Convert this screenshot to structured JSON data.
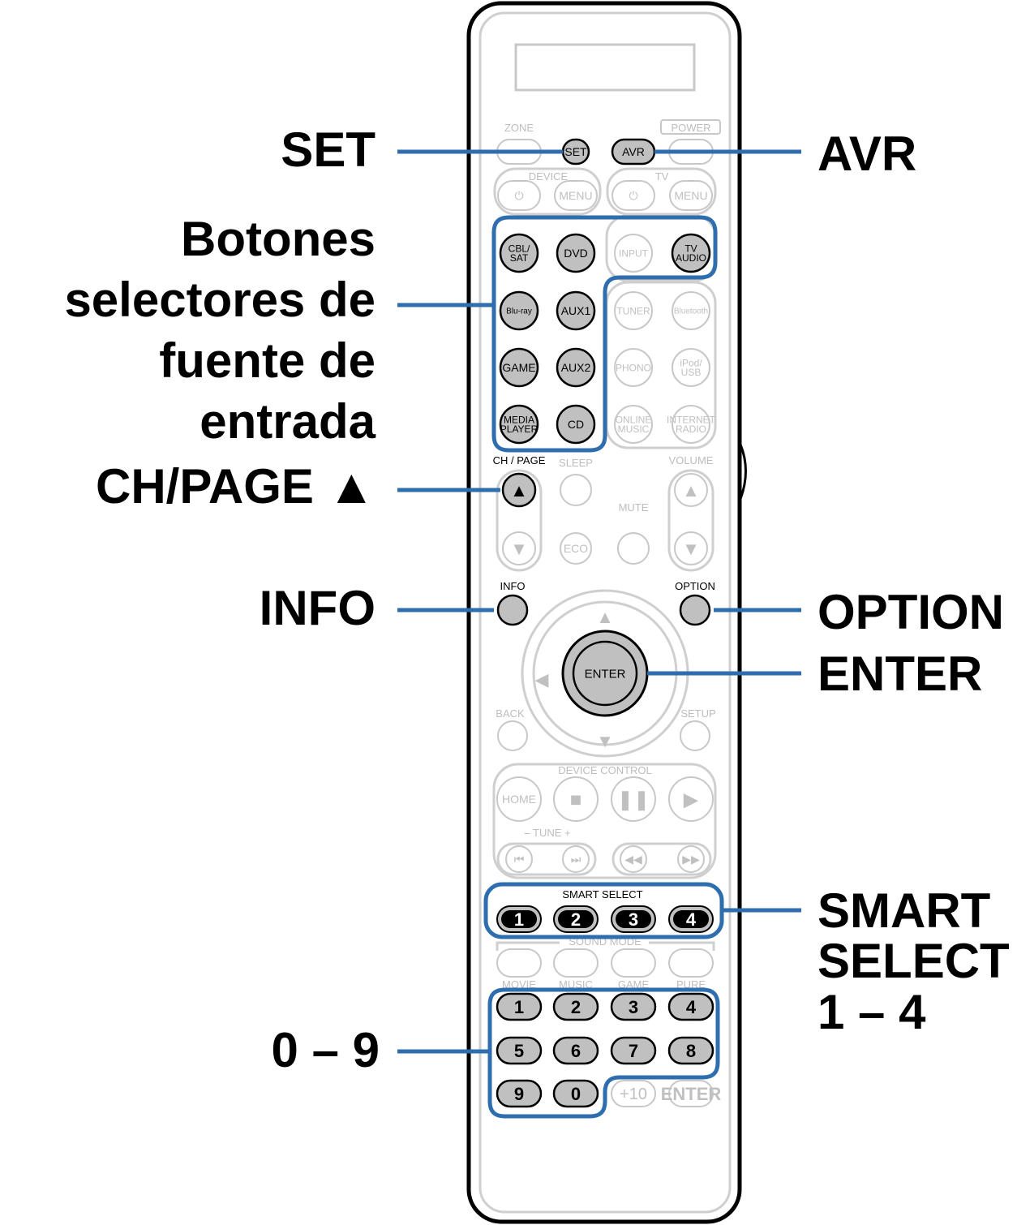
{
  "callouts": {
    "set": "SET",
    "avr": "AVR",
    "source_selectors": [
      "Botones",
      "selectores de",
      "fuente de",
      "entrada"
    ],
    "ch_page": "CH/PAGE ▲",
    "info": "INFO",
    "option": "OPTION",
    "enter": "ENTER",
    "smart_select": [
      "SMART",
      "SELECT",
      "1 – 4"
    ],
    "digits": "0 – 9"
  },
  "remote": {
    "section_labels": {
      "zone": "ZONE",
      "power": "POWER",
      "device": "DEVICE",
      "tv": "TV",
      "ch_page": "CH / PAGE",
      "sleep": "SLEEP",
      "volume": "VOLUME",
      "mute": "MUTE",
      "info": "INFO",
      "option": "OPTION",
      "back": "BACK",
      "setup": "SETUP",
      "device_control": "DEVICE CONTROL",
      "tune": "–   TUNE   +",
      "smart_select": "SMART SELECT",
      "sound_mode": "SOUND MODE",
      "movie": "MOVIE",
      "music": "MUSIC",
      "game": "GAME",
      "pure": "PURE"
    },
    "buttons": {
      "set": [
        "SET"
      ],
      "avr": [
        "AVR"
      ],
      "zone": [
        ""
      ],
      "power": [
        ""
      ],
      "device_power": [
        "⏻"
      ],
      "device_menu": [
        "MENU"
      ],
      "tv_power": [
        "⏻"
      ],
      "tv_menu": [
        "MENU"
      ],
      "cbl_sat": [
        "CBL/",
        "SAT"
      ],
      "dvd": [
        "DVD"
      ],
      "input": [
        "INPUT"
      ],
      "tv_audio": [
        "TV",
        "AUDIO"
      ],
      "bluray": [
        "Blu-ray"
      ],
      "aux1": [
        "AUX1"
      ],
      "tuner": [
        "TUNER"
      ],
      "bluetooth": [
        "Bluetooth"
      ],
      "game": [
        "GAME"
      ],
      "aux2": [
        "AUX2"
      ],
      "phono": [
        "PHONO"
      ],
      "ipod_usb": [
        "iPod/",
        "USB"
      ],
      "media_player": [
        "MEDIA",
        "PLAYER"
      ],
      "cd": [
        "CD"
      ],
      "online_music": [
        "ONLINE",
        "MUSIC"
      ],
      "internet_radio": [
        "INTERNET",
        "RADIO"
      ],
      "ch_up": [
        "▲"
      ],
      "ch_down": [
        "▼"
      ],
      "sleep": [
        ""
      ],
      "eco": [
        "ECO"
      ],
      "mute": [
        ""
      ],
      "vol_up": [
        "▲"
      ],
      "vol_down": [
        "▼"
      ],
      "info": [
        ""
      ],
      "option": [
        ""
      ],
      "cursor_up": [
        "▲"
      ],
      "cursor_down": [
        "▼"
      ],
      "cursor_left": [
        "◀"
      ],
      "enter": [
        "ENTER"
      ],
      "back": [
        ""
      ],
      "setup": [
        ""
      ],
      "home": [
        "HOME"
      ],
      "stop": [
        "■"
      ],
      "pause": [
        "❚❚"
      ],
      "play": [
        "▶"
      ],
      "skip_back": [
        "⏮"
      ],
      "skip_fwd": [
        "⏭"
      ],
      "rewind": [
        "◀◀"
      ],
      "fast_fwd": [
        "▶▶"
      ],
      "smart_1": [
        "1"
      ],
      "smart_2": [
        "2"
      ],
      "smart_3": [
        "3"
      ],
      "smart_4": [
        "4"
      ],
      "movie": [
        ""
      ],
      "music": [
        ""
      ],
      "game_mode": [
        ""
      ],
      "pure": [
        ""
      ],
      "num_1": [
        "1"
      ],
      "num_2": [
        "2"
      ],
      "num_3": [
        "3"
      ],
      "num_4": [
        "4"
      ],
      "num_5": [
        "5"
      ],
      "num_6": [
        "6"
      ],
      "num_7": [
        "7"
      ],
      "num_8": [
        "8"
      ],
      "num_9": [
        "9"
      ],
      "num_0": [
        "0"
      ],
      "plus10": [
        "+10"
      ],
      "num_enter": [
        "ENTER"
      ]
    },
    "colors": {
      "callout_blue": "#2f6eae",
      "active_fill": "#c0c0c0",
      "inactive_stroke": "#c8c8c8"
    }
  }
}
